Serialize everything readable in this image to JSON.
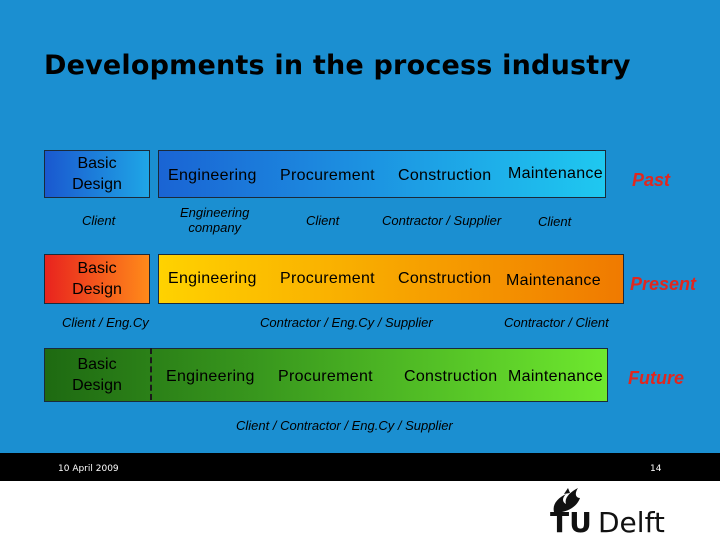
{
  "slide": {
    "title": "Developments in the process industry",
    "footer": {
      "date": "10 April 2009",
      "page": "14"
    },
    "logo": {
      "text_tu": "TU",
      "text_delft": "Delft"
    }
  },
  "colors": {
    "background": "#1b8fd1",
    "past_gradient": [
      "#1a64d4",
      "#1fc8f0"
    ],
    "present_gradient": [
      "#ffd200",
      "#f07a00"
    ],
    "future_gradient": [
      "#1e6a12",
      "#6ee82e"
    ],
    "era_label": "#e0271f"
  },
  "rows": [
    {
      "era": "Past",
      "basic_design": "Basic\nDesign",
      "stages": [
        "Engineering",
        "Procurement",
        "Construction",
        "Maintenance"
      ],
      "parties": [
        "Client",
        "Engineering\ncompany",
        "Client",
        "Contractor / Supplier",
        "Client"
      ]
    },
    {
      "era": "Present",
      "basic_design": "Basic\nDesign",
      "stages": [
        "Engineering",
        "Procurement",
        "Construction",
        "Maintenance"
      ],
      "parties": [
        "Client / Eng.Cy",
        "Contractor / Eng.Cy / Supplier",
        "Contractor / Client"
      ]
    },
    {
      "era": "Future",
      "basic_design": "Basic\nDesign",
      "stages": [
        "Engineering",
        "Procurement",
        "Construction",
        "Maintenance"
      ],
      "parties": [
        "Client / Contractor / Eng.Cy / Supplier"
      ]
    }
  ]
}
